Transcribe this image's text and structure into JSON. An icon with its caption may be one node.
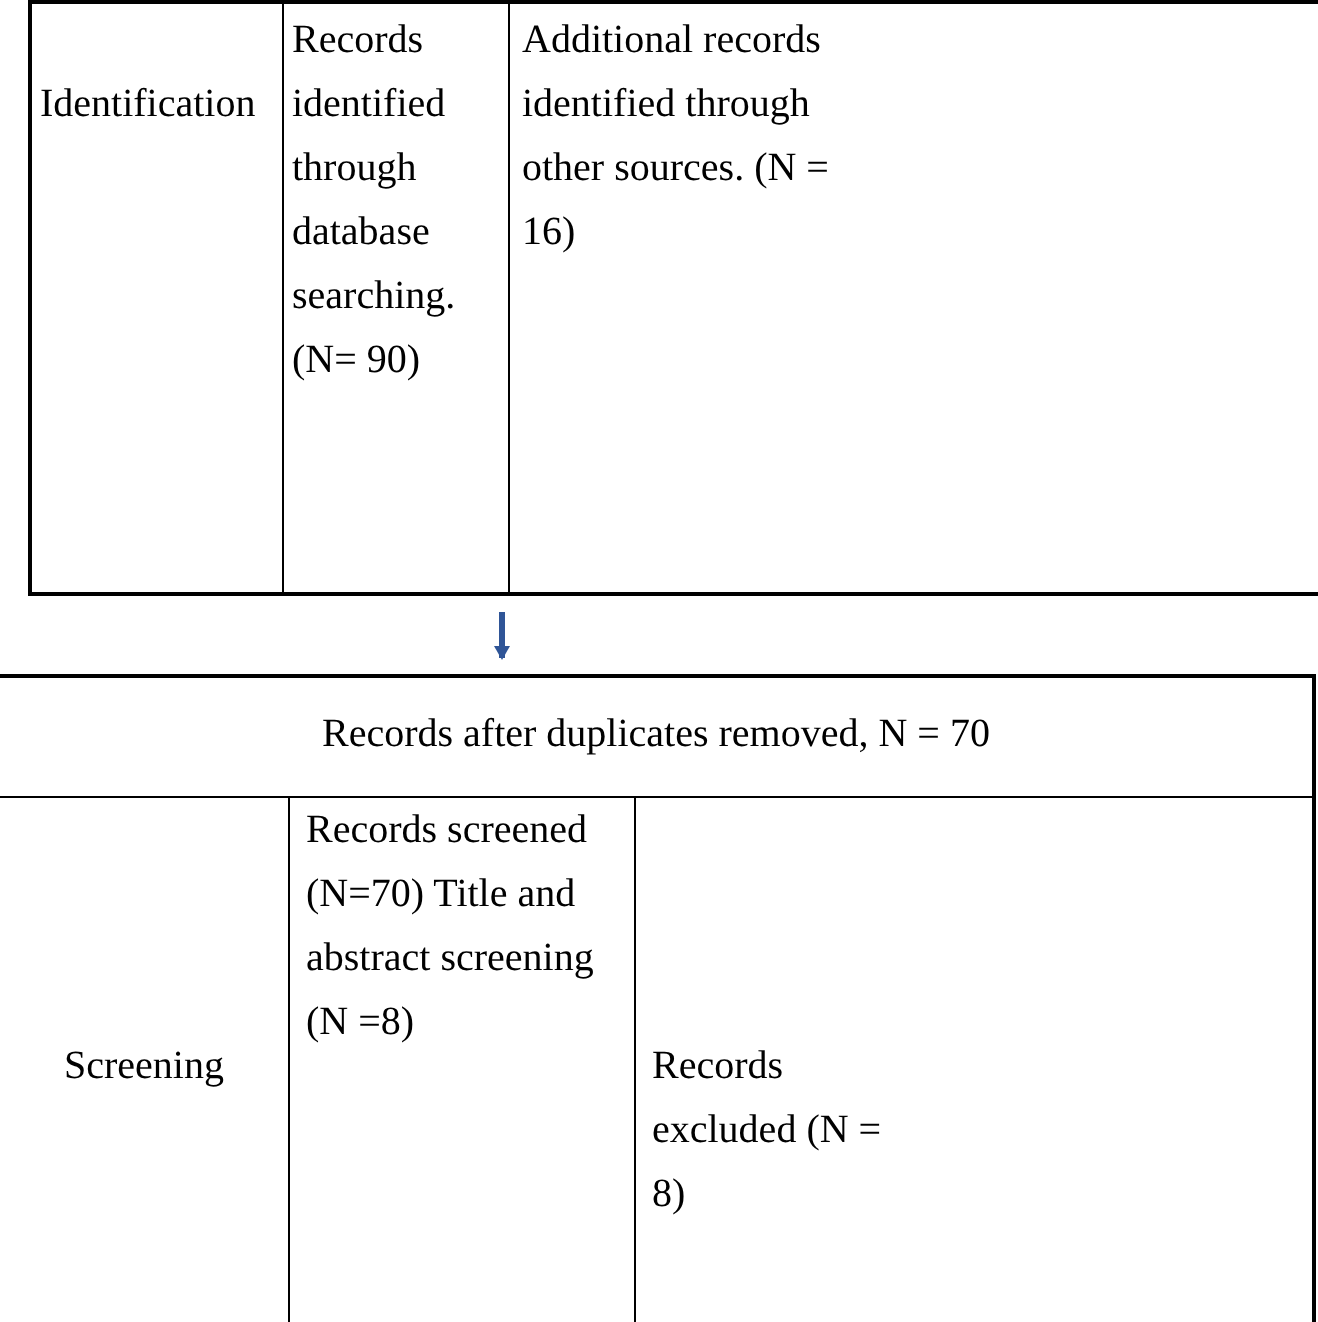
{
  "diagram": {
    "nodes": [
      {
        "text": [],
        "shape": "box"
      },
      {
        "text": [
          "Identification"
        ],
        "in": 0
      },
      {
        "text": [
          "Records identified through database searching. (N= 90)"
        ],
        "in": 0
      },
      {
        "text": [
          "Additional records identified through other sources. (N = 16)"
        ],
        "in": 0
      },
      {
        "text": [],
        "shape": "box"
      },
      {
        "text": [
          "Records after duplicates removed, N = 70"
        ],
        "in": 4
      },
      {
        "text": [
          "Screening"
        ],
        "in": 4
      },
      {
        "text": [
          "Records screened (N=70) Title and abstract screening (N =8)"
        ],
        "in": 4
      },
      {
        "text": [
          "Records excluded (N = 8)"
        ],
        "in": 4
      }
    ],
    "edges": [
      {
        "from": 0,
        "to": 4,
        "arrow": "to"
      }
    ]
  }
}
